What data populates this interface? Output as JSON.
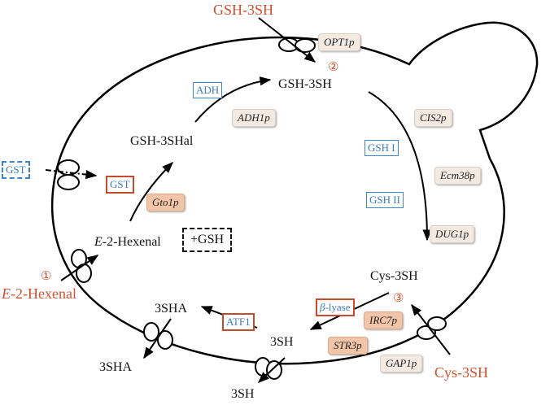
{
  "colors": {
    "external_metabolite": "#d0512f",
    "enzyme_text": "#3d7bbf",
    "enzyme_border_blue": "#3d85c6",
    "enzyme_border_red": "#c84a2c",
    "gene_tan": "#f3ebe1",
    "gene_salmon": "#f2c5a8",
    "membrane": "#000000"
  },
  "external": {
    "gsh_3sh_top": "GSH-3SH",
    "e2_hexenal_prefix": "E",
    "e2_hexenal_suffix": "-2-Hexenal",
    "cys_3sh": "Cys-3SH",
    "three_sha_out": "3SHA",
    "three_sh_out": "3SH"
  },
  "pathway_markers": {
    "one": "①",
    "two": "②",
    "three": "③"
  },
  "intracellular": {
    "gsh_3sh": "GSH-3SH",
    "gsh_3shal": "GSH-3SHal",
    "e2_hexenal_prefix": "E",
    "e2_hexenal_suffix": "-2-Hexenal",
    "plus_gsh": "+GSH",
    "cys_3sh": "Cys-3SH",
    "three_sh": "3SH",
    "three_sha": "3SHA"
  },
  "enzymes": {
    "adh": "ADH",
    "gst_outside": "GST",
    "gst_inside": "GST",
    "gsh1": "GSH I",
    "gsh2": "GSH II",
    "beta_lyase_prefix": "β",
    "beta_lyase_suffix": "-lyase",
    "atf1": "ATF1"
  },
  "genes": {
    "opt1p": "OPT1p",
    "adh1p": "ADH1p",
    "cis2p": "CIS2p",
    "gto1p": "Gto1p",
    "ecm38p": "Ecm38p",
    "dug1p": "DUG1p",
    "irc7p": "IRC7p",
    "str3p": "STR3p",
    "gap1p": "GAP1p"
  }
}
